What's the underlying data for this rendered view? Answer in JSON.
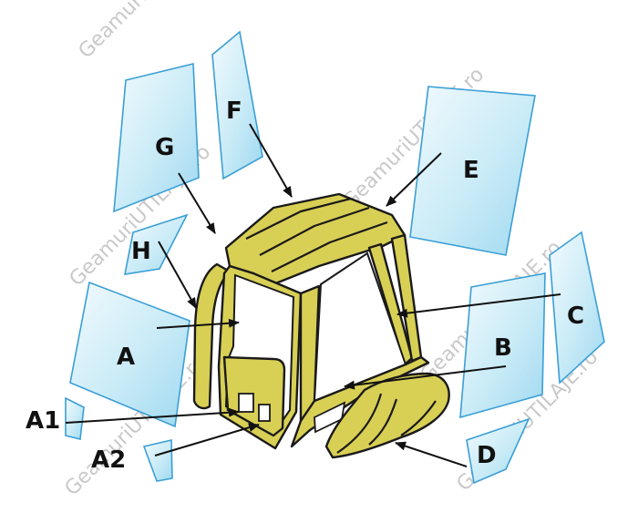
{
  "diagram": {
    "labels": {
      "A": "A",
      "A1": "A1",
      "A2": "A2",
      "B": "B",
      "C": "C",
      "D": "D",
      "E": "E",
      "F": "F",
      "G": "G",
      "H": "H"
    },
    "watermark": "GeamuriUTILAJE.ro",
    "colors": {
      "glass_light": "#eaf6fb",
      "glass_dark": "#a9dcf2",
      "glass_edge": "#3a9fd6",
      "cab_body": "#d8cf55",
      "outline": "#1a1a1a",
      "watermark": "#c9c9c9"
    }
  }
}
